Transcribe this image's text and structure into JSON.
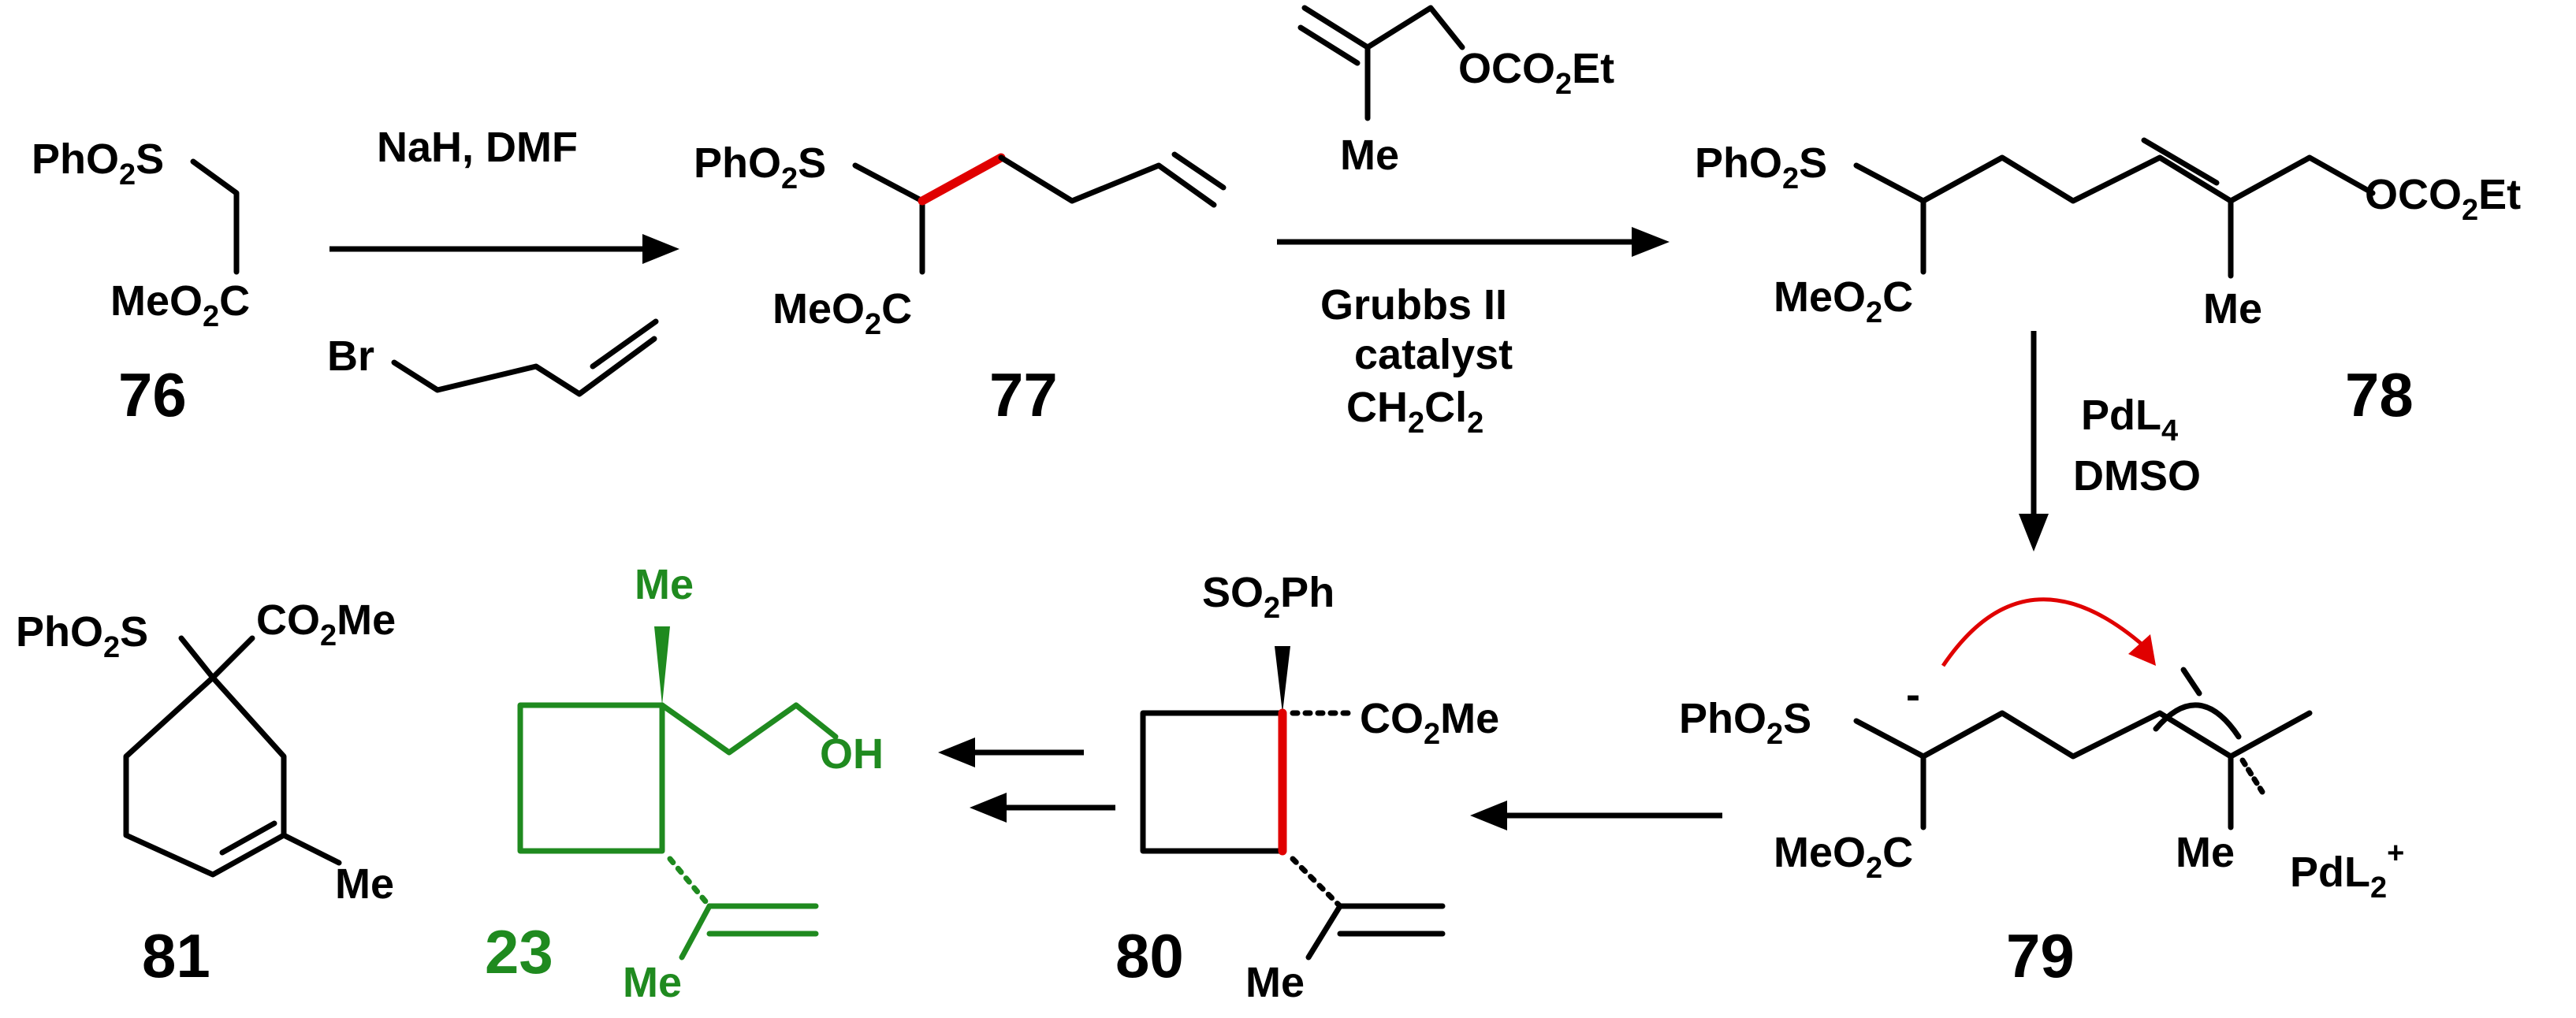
{
  "compounds": {
    "c76": {
      "number": "76",
      "sulfonyl": "PhO",
      "sulfonyl_sub": "2",
      "sulfonyl_tail": "S",
      "ester": "MeO",
      "ester_sub": "2",
      "ester_tail": "C"
    },
    "c77": {
      "number": "77",
      "sulfonyl": "PhO",
      "sulfonyl_sub": "2",
      "sulfonyl_tail": "S",
      "ester": "MeO",
      "ester_sub": "2",
      "ester_tail": "C"
    },
    "c78": {
      "number": "78",
      "sulfonyl": "PhO",
      "sulfonyl_sub": "2",
      "sulfonyl_tail": "S",
      "ester": "MeO",
      "ester_sub": "2",
      "ester_tail": "C",
      "carbonate": "OCO",
      "carbonate_sub": "2",
      "carbonate_tail": "Et",
      "methyl": "Me"
    },
    "c79": {
      "number": "79",
      "sulfonyl": "PhO",
      "sulfonyl_sub": "2",
      "sulfonyl_tail": "S",
      "charge": "-",
      "ester": "MeO",
      "ester_sub": "2",
      "ester_tail": "C",
      "methyl": "Me",
      "pd": "PdL",
      "pd_sub": "2",
      "pd_charge": "+"
    },
    "c80": {
      "number": "80",
      "sulfonyl": "SO",
      "sulfonyl_sub": "2",
      "sulfonyl_tail": "Ph",
      "ester": "CO",
      "ester_sub": "2",
      "ester_tail": "Me",
      "methyl": "Me"
    },
    "c23": {
      "number": "23",
      "methyl_top": "Me",
      "hydroxyl": "OH",
      "methyl_bottom": "Me"
    },
    "c81": {
      "number": "81",
      "sulfonyl": "PhO",
      "sulfonyl_sub": "2",
      "sulfonyl_tail": "S",
      "ester": "CO",
      "ester_sub": "2",
      "ester_tail": "Me",
      "methyl": "Me"
    }
  },
  "reagents": {
    "step1": {
      "conditions": "NaH, DMF",
      "bromide": "Br"
    },
    "step2": {
      "carbonate": "OCO",
      "carbonate_sub": "2",
      "carbonate_tail": "Et",
      "methyl": "Me",
      "catalyst_line1": "Grubbs II",
      "catalyst_line2": "catalyst",
      "solvent": "CH",
      "solvent_sub1": "2",
      "solvent_mid": "Cl",
      "solvent_sub2": "2"
    },
    "step3": {
      "pd": "PdL",
      "pd_sub": "4",
      "solvent": "DMSO"
    }
  },
  "colors": {
    "bond": "#000000",
    "highlight_bond": "#e00000",
    "target_compound": "#1f8a1f",
    "curved_arrow": "#e00000"
  }
}
